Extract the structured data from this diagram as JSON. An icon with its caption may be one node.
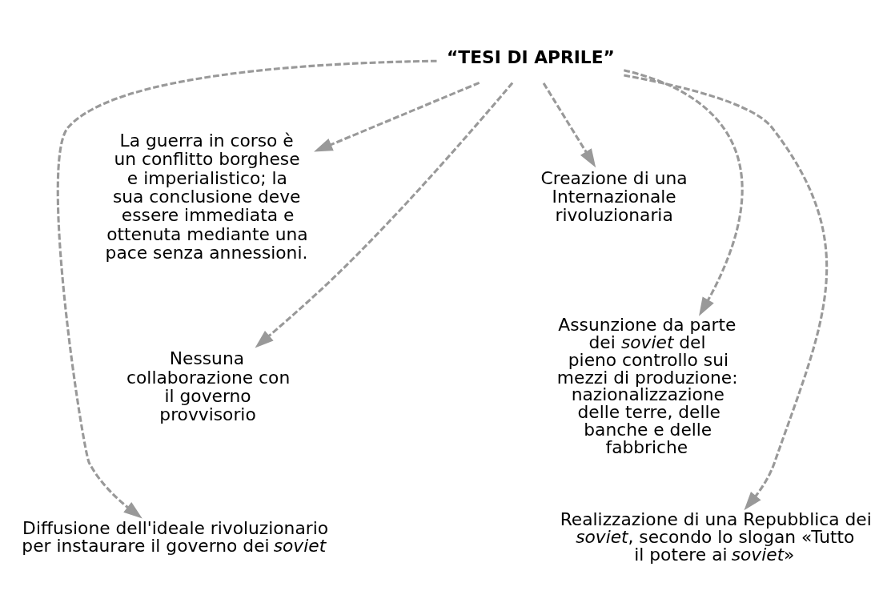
{
  "diagram": {
    "nodes": [
      {
        "text": [
          "“TESI DI APRILE”"
        ]
      },
      {
        "text": [
          "La guerra in corso è un conflitto borghese e imperialistico; la sua conclusione deve essere immediata e ottenuta mediante una pace senza annessioni."
        ]
      },
      {
        "text": [
          "Creazione di una Internazionale rivoluzionaria"
        ]
      },
      {
        "text": [
          "Nessuna collaborazione con il governo provvisorio"
        ]
      },
      {
        "text": [
          "Assunzione da parte dei *soviet* del pieno controllo sui mezzi di produzione: nazionalizzazione delle terre, delle banche e delle fabbriche"
        ]
      },
      {
        "text": [
          "Diffusione dell'ideale rivoluzionario per instaurare il governo dei *soviet*"
        ]
      },
      {
        "text": [
          "Realizzazione di una Repubblica dei *soviet*, secondo lo slogan «Tutto il potere ai *soviet*»"
        ]
      }
    ],
    "edges": [
      {
        "from": 0,
        "to": 1,
        "arrow": "to",
        "style": "dashed"
      },
      {
        "from": 0,
        "to": 2,
        "arrow": "to",
        "style": "dashed"
      },
      {
        "from": 0,
        "to": 3,
        "arrow": "to",
        "style": "dashed"
      },
      {
        "from": 0,
        "to": 4,
        "arrow": "to",
        "style": "dashed"
      },
      {
        "from": 0,
        "to": 5,
        "arrow": "to",
        "style": "dashed"
      },
      {
        "from": 0,
        "to": 6,
        "arrow": "to",
        "style": "dashed"
      }
    ]
  }
}
